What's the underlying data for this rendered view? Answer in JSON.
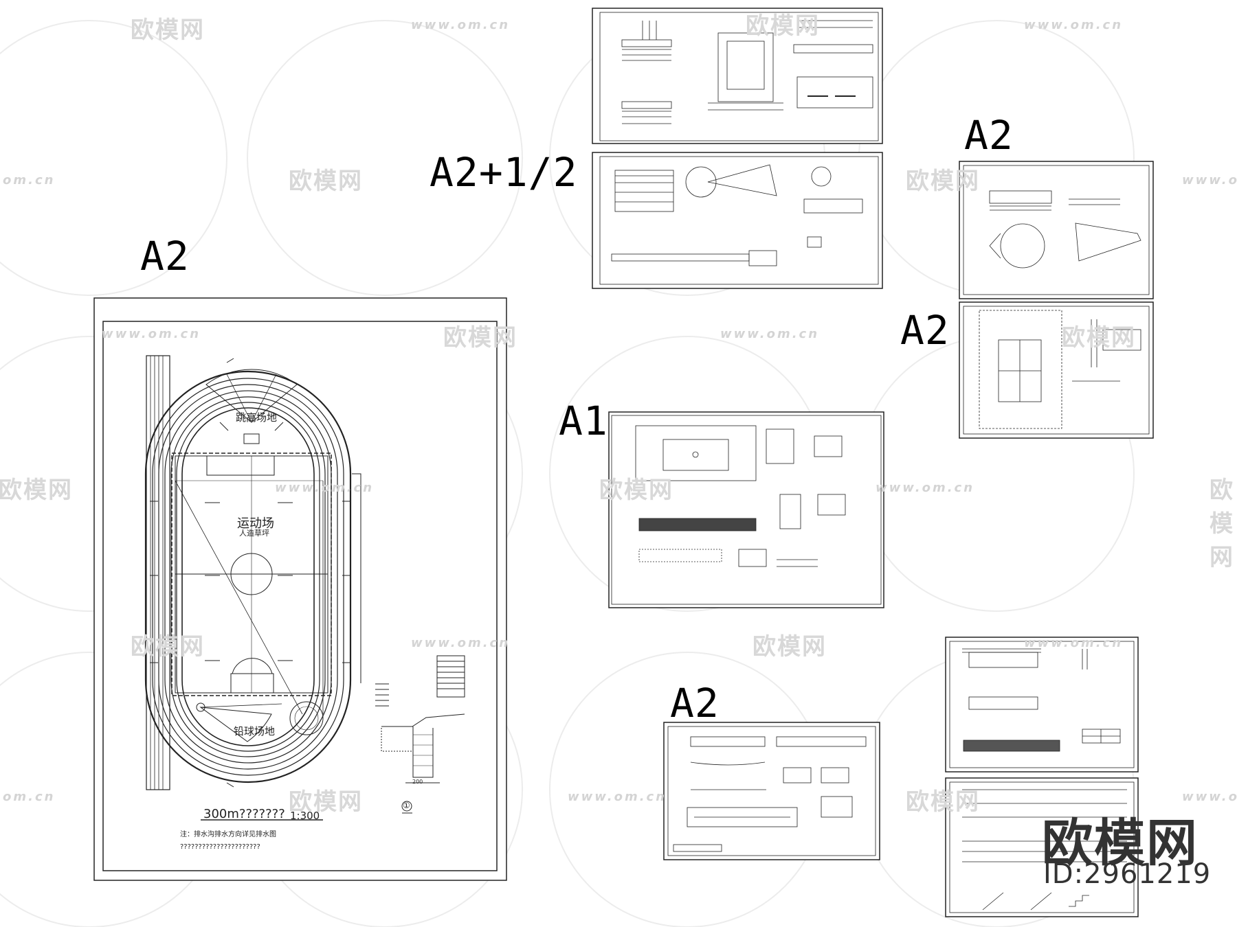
{
  "sheet_labels": {
    "a2_plan": "A2",
    "a2_half": "A2+1/2",
    "a2_top_right": "A2",
    "a2_mid_right": "A2",
    "a1": "A1",
    "a2_bottom": "A2"
  },
  "track_plan": {
    "high_jump": "跳高场地",
    "field": "运动场",
    "field_sub": "人造草坪",
    "shot_put": "铅球场地",
    "title": "300m???????",
    "scale": "1:300",
    "note1": "注：排水沟排水方向详见排水图",
    "note2": "??????????????????????",
    "detail_mark": "①",
    "detail_dim": "200"
  },
  "watermarks": {
    "brand_cn": "欧模网",
    "url": "www.om.cn",
    "url_short": "om.cn"
  },
  "brand": {
    "name": "欧模网",
    "id": "ID:2961219"
  }
}
